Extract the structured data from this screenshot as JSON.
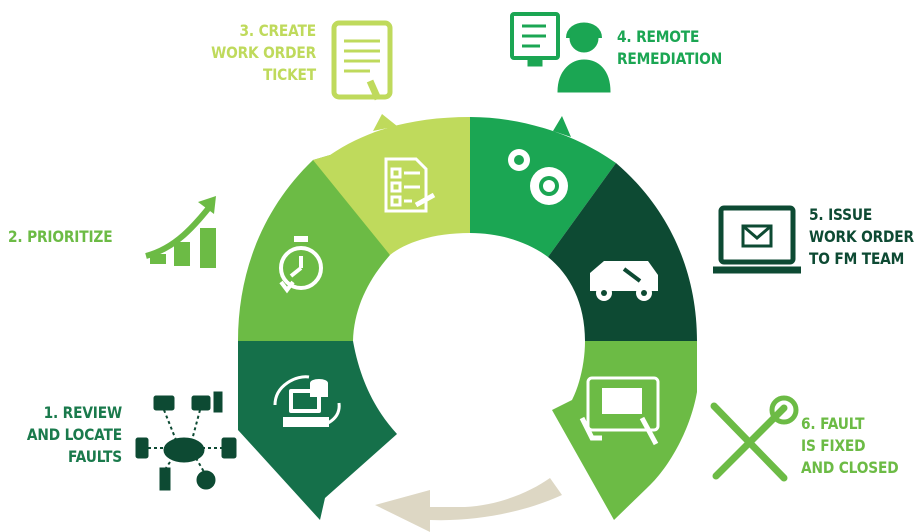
{
  "steps": [
    {
      "number": "1.",
      "lines": [
        "1. REVIEW",
        "AND LOCATE",
        "FAULTS"
      ],
      "segment_color": "#15704a",
      "text_color": "#1a7a4c",
      "segment_icon": "monitor-database-sync-icon",
      "side_icon": "cloud-network-devices-icon"
    },
    {
      "number": "2.",
      "lines": [
        "2. PRIORITIZE"
      ],
      "segment_color": "#6cbb45",
      "text_color": "#6cbb45",
      "segment_icon": "stopwatch-icon",
      "side_icon": "coins-growth-arrow-icon"
    },
    {
      "number": "3.",
      "lines": [
        "3. CREATE",
        "WORK ORDER",
        "TICKET"
      ],
      "segment_color": "#bfda5c",
      "text_color": "#bfda5c",
      "segment_icon": "checklist-clipboard-icon",
      "side_icon": "tablet-touch-icon"
    },
    {
      "number": "4.",
      "lines": [
        "4. REMOTE",
        "REMEDIATION"
      ],
      "segment_color": "#1ba653",
      "text_color": "#1ba653",
      "segment_icon": "gears-icon",
      "side_icon": "support-agent-monitor-icon"
    },
    {
      "number": "5.",
      "lines": [
        "5. ISSUE",
        "WORK ORDER",
        "TO FM TEAM"
      ],
      "segment_color": "#0d4a33",
      "text_color": "#0d4a33",
      "segment_icon": "service-van-icon",
      "side_icon": "laptop-email-icon"
    },
    {
      "number": "6.",
      "lines": [
        "6. FAULT",
        "IS FIXED",
        "AND CLOSED"
      ],
      "segment_color": "#6cbb45",
      "text_color": "#6cbb45",
      "segment_icon": "tablet-hand-icon",
      "side_icon": "wrench-screwdriver-icon"
    }
  ],
  "cycle_arrow_color": "#ddd7c4",
  "icon_stroke_color": "#ffffff"
}
